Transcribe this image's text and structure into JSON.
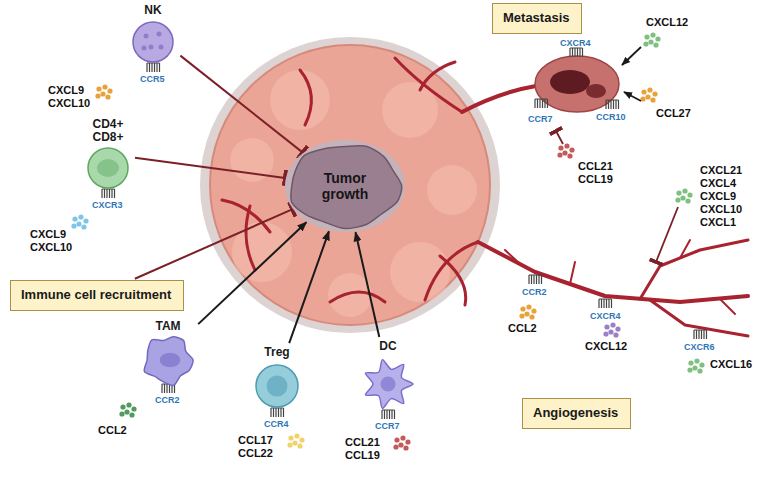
{
  "diagram": {
    "nodes": [
      {
        "text": [
          "NK"
        ]
      },
      {
        "text": [
          "Metastasis"
        ]
      },
      {
        "text": [
          "CD4+ CD8+"
        ]
      },
      {
        "text": [
          "Tumor growth"
        ]
      },
      {
        "text": [
          "Immune cell recruitment"
        ]
      },
      {
        "text": [
          "TAM"
        ]
      },
      {
        "text": [
          "Treg"
        ]
      },
      {
        "text": [
          "DC"
        ]
      },
      {
        "text": [
          "Angiogenesis"
        ]
      }
    ],
    "edges": [
      {
        "from": 0,
        "to": 3,
        "arrow": "to"
      },
      {
        "from": 2,
        "to": 3,
        "arrow": "to"
      },
      {
        "from": 4,
        "to": 3,
        "arrow": "to"
      },
      {
        "from": 5,
        "to": 3,
        "arrow": "to"
      },
      {
        "from": 6,
        "to": 3,
        "arrow": "to"
      },
      {
        "from": 7,
        "to": 3,
        "arrow": "to"
      }
    ],
    "labels": [
      "CXCL9",
      "CXCL10",
      "CCR5",
      "CXCR3",
      "CXCL9",
      "CXCL10",
      "CCR2",
      "CCL2",
      "CCR4",
      "CCL17",
      "CCL22",
      "CCR7",
      "CCL21",
      "CCL19",
      "CXCR4",
      "CXCL12",
      "CCR10",
      "CCL27",
      "CCR7",
      "CCL21",
      "CCL19",
      "CXCL21",
      "CXCL4",
      "CXCL9",
      "CXCL10",
      "CXCL1",
      "CCR2",
      "CCL2",
      "CXCR4",
      "CXCL12",
      "CXCR6",
      "CXCL16"
    ]
  }
}
